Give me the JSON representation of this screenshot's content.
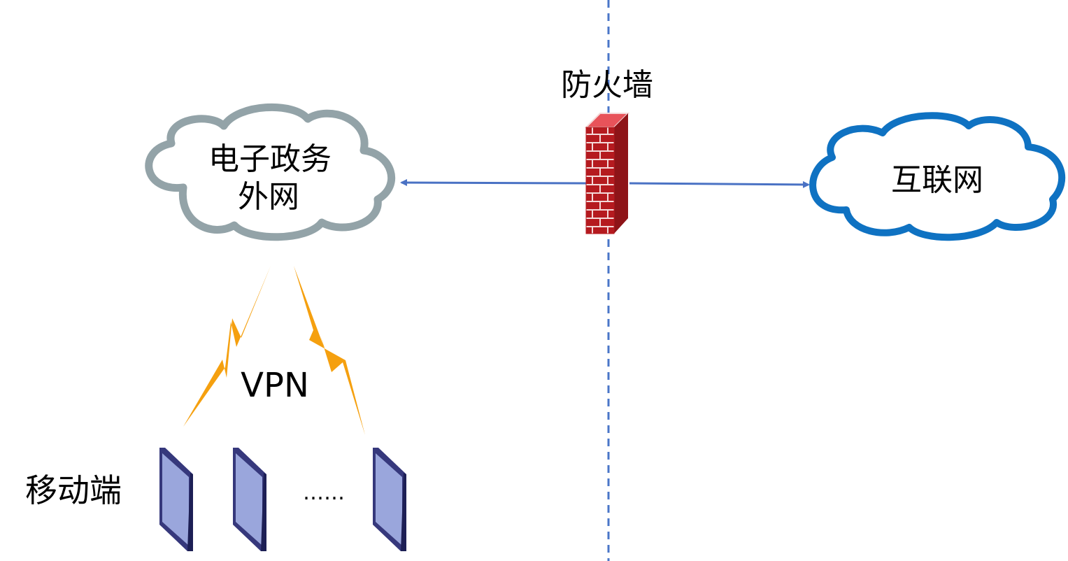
{
  "labels": {
    "gov_network_line1": "电子政务",
    "gov_network_line2": "外网",
    "internet": "互联网",
    "firewall": "防火墙",
    "vpn": "VPN",
    "mobile": "移动端",
    "ellipsis": "……"
  },
  "colors": {
    "gov_cloud_outline": "#93a3a8",
    "internet_cloud_outline": "#0f72c2",
    "divider": "#4a76c8",
    "arrow": "#4a72c4",
    "lightning": "#f5a00f",
    "firewall_brick": "#b51a1f",
    "firewall_top": "#e8535a",
    "firewall_mortar": "#f4d9d9",
    "device_frame": "#36387c",
    "device_screen": "#9aa6dc"
  },
  "icons": {
    "firewall": "firewall-icon",
    "cloud": "cloud-icon",
    "mobile_device": "mobile-device-icon",
    "lightning": "lightning-bolt-icon"
  }
}
